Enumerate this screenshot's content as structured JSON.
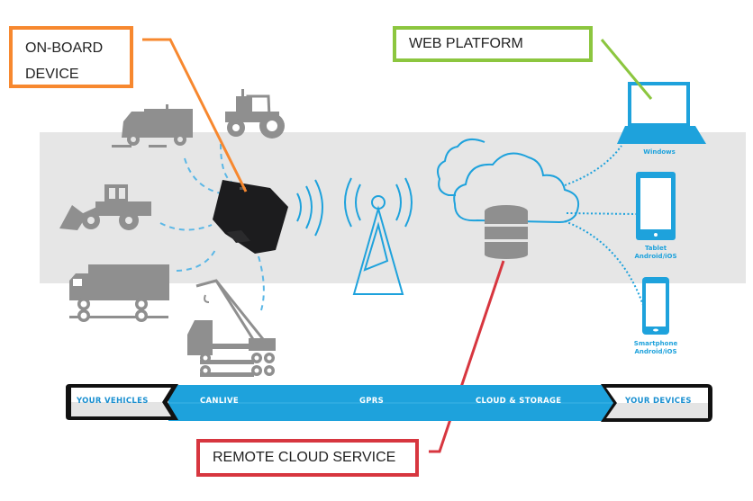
{
  "callouts": {
    "on_board_device": [
      "ON-BOARD",
      "DEVICE"
    ],
    "web_platform": "WEB PLATFORM",
    "remote_cloud_service": "REMOTE CLOUD SERVICE"
  },
  "devices": {
    "laptop": "Windows",
    "tablet": [
      "Tablet",
      "Android/iOS"
    ],
    "smartphone": [
      "Smartphone",
      "Android/iOS"
    ]
  },
  "flow_bar": {
    "start": "YOUR VEHICLES",
    "stages": [
      "CANLIVE",
      "GPRS",
      "CLOUD & STORAGE"
    ],
    "end": "YOUR DEVICES"
  },
  "vehicles": [
    "street-sweeper",
    "tractor",
    "wheel-loader",
    "truck",
    "crane-truck"
  ],
  "colors": {
    "orange": "#f7882f",
    "green": "#8cc63f",
    "red": "#d7363f",
    "blue": "#1ea2dc",
    "vehicle_gray": "#8f8f8f",
    "band_gray": "#e6e6e6"
  }
}
